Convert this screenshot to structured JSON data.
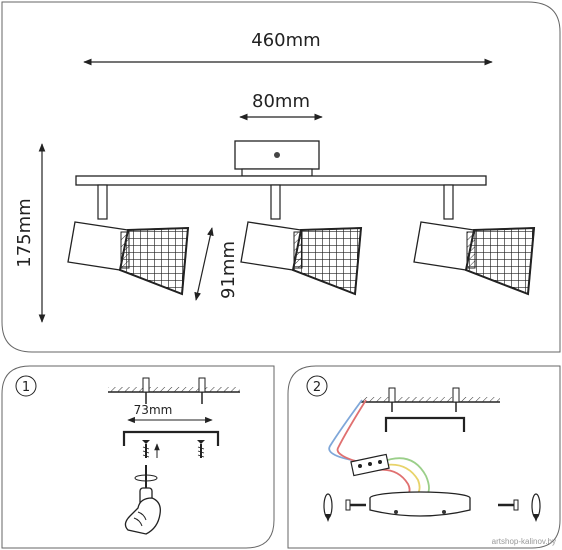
{
  "dimensions": {
    "total_width": "460mm",
    "base_width": "80mm",
    "total_height": "175mm",
    "lamp_height": "91mm",
    "screw_spacing": "73mm"
  },
  "steps": {
    "step1": "1",
    "step2": "2"
  },
  "watermark": "artshop-kalinov.by",
  "colors": {
    "stroke": "#222222",
    "wire_blue": "#7fa7d9",
    "wire_red": "#e07070",
    "wire_yellow": "#e8d36a",
    "wire_green": "#9bcf8a",
    "panel_border": "#555555"
  }
}
